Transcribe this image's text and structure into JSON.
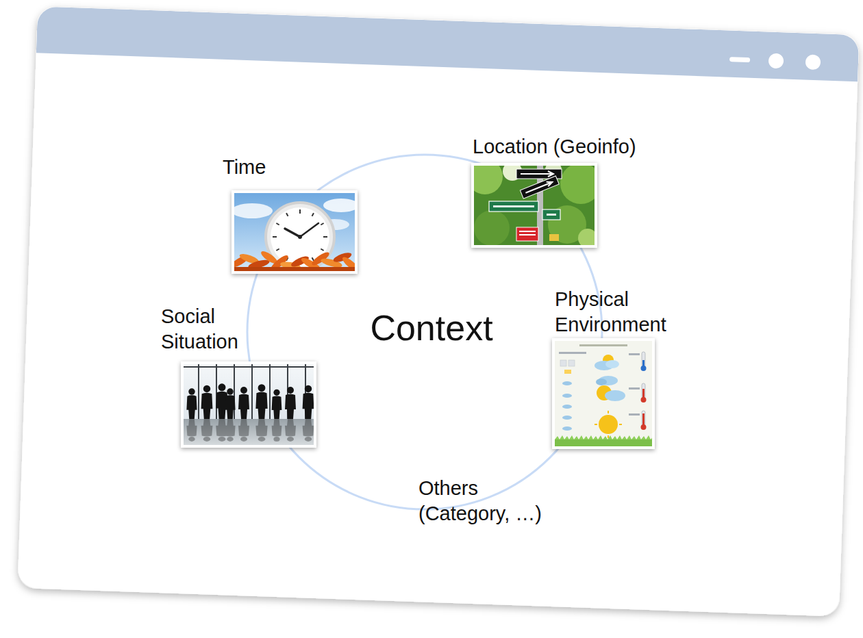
{
  "diagram": {
    "nodes": [
      {
        "text": [
          "Time"
        ]
      },
      {
        "text": [
          "Location (Geoinfo)"
        ]
      },
      {
        "text": [
          "Social Situation"
        ]
      },
      {
        "text": [
          "Context"
        ]
      },
      {
        "text": [
          "Physical Environment"
        ]
      }
    ],
    "labels": [
      "Others (Category, …)"
    ]
  }
}
